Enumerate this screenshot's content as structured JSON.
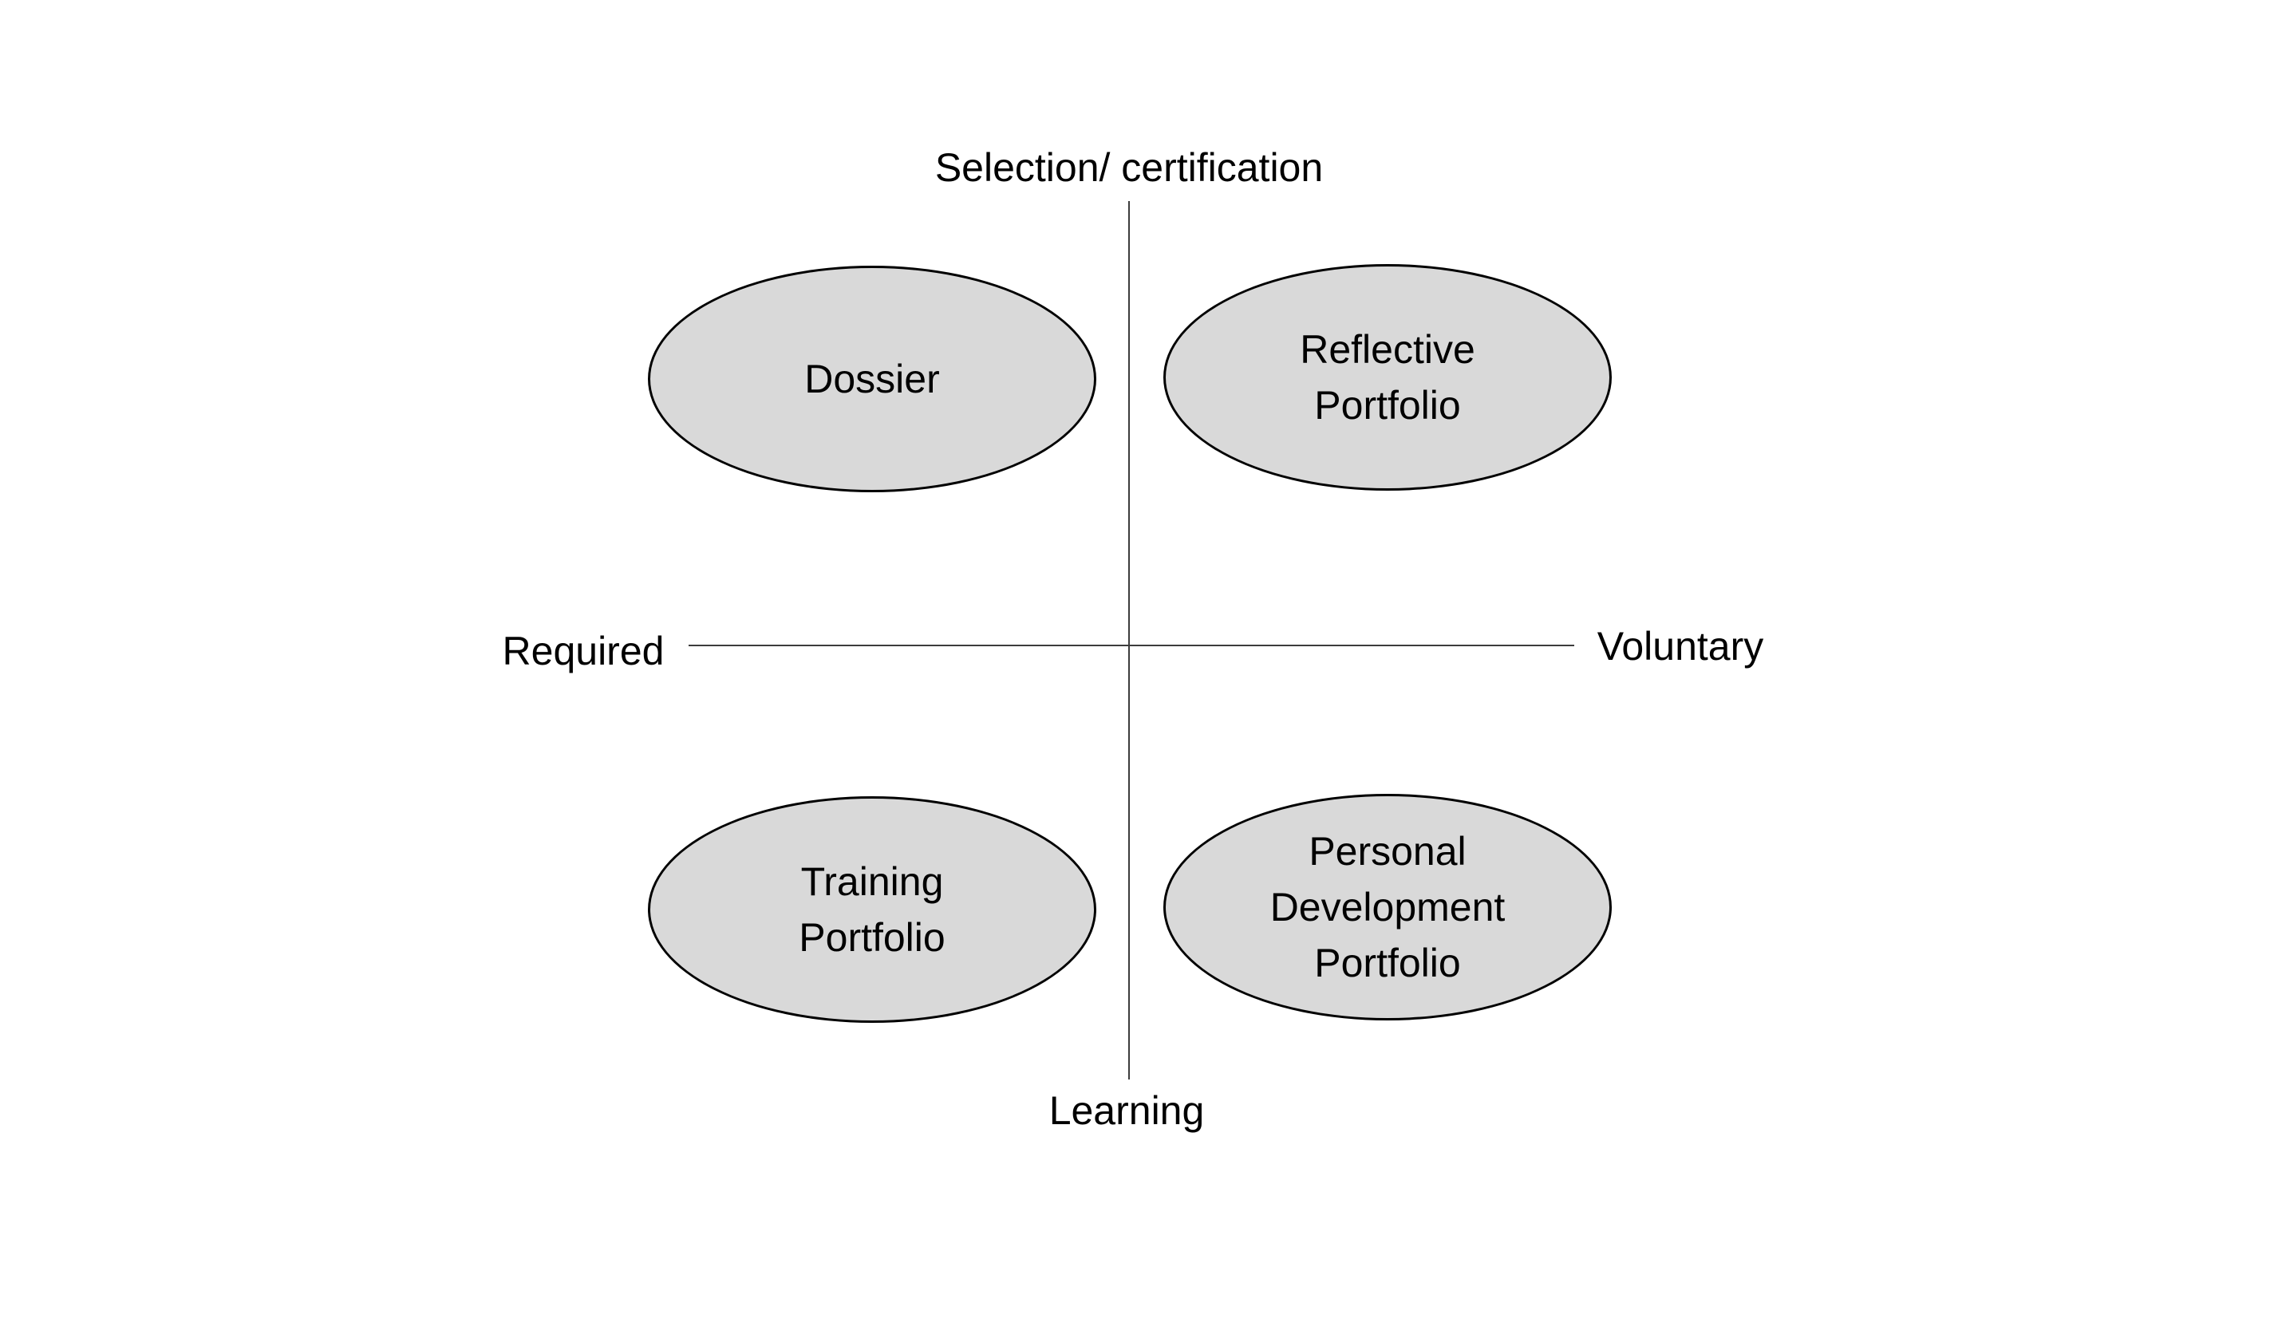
{
  "diagram": {
    "type": "quadrant-diagram",
    "axes": {
      "top": "Selection/ certification",
      "left": "Required",
      "right": "Voluntary",
      "bottom": "Learning"
    },
    "quadrants": {
      "top_left": "Dossier",
      "top_right": "Reflective\nPortfolio",
      "bottom_left": "Training\nPortfolio",
      "bottom_right": "Personal\nDevelopment\nPortfolio"
    },
    "colors": {
      "background": "#ffffff",
      "ellipse_fill": "#d9d9d9",
      "ellipse_border": "#000000",
      "axis_line": "#3c3c3c",
      "text": "#000000"
    }
  }
}
